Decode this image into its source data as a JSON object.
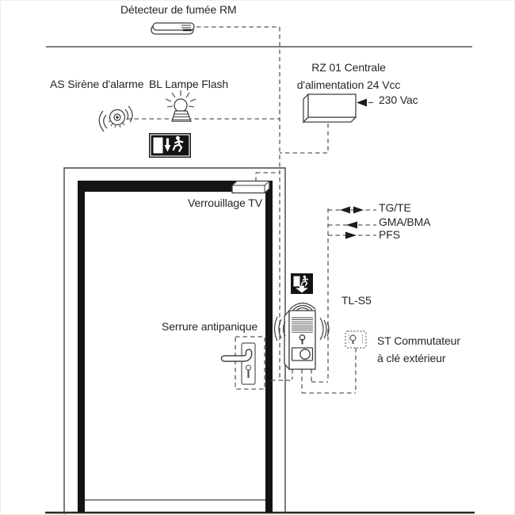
{
  "diagram_title": "Door emergency exit security system schematic",
  "labels": {
    "smoke_detector": "Détecteur de fumée RM",
    "alarm_siren": "AS Sirène d'alarme",
    "flash_lamp": "BL Lampe Flash",
    "power_unit_line1": "RZ 01 Centrale",
    "power_unit_line2": "d'alimentation 24 Vcc",
    "mains": "230 Vac",
    "tv_lock": "Verrouillage TV",
    "io_tg_te": "TG/TE",
    "io_gma_bma": "GMA/BMA",
    "io_pfs": "PFS",
    "terminal": "TL-S5",
    "panic_lock": "Serrure antipanique",
    "key_switch_line1": "ST Commutateur",
    "key_switch_line2": "à clé extérieur"
  },
  "icons": {
    "smoke_detector": "smoke-detector-icon",
    "alarm_siren": "siren-icon",
    "flash_lamp": "flash-lamp-icon",
    "exit_sign_large": "emergency-exit-sign-icon",
    "exit_sign_small": "emergency-exit-sign-icon",
    "power_unit": "power-supply-box-icon",
    "tv_lock": "tv-lock-box-icon",
    "terminal": "door-terminal-icon",
    "door_handle": "door-handle-icon",
    "key_switch": "key-switch-icon"
  },
  "colors": {
    "background": "#ffffff",
    "line": "#454545",
    "dashed_line": "#5a5a5a",
    "door_fill": "#141414",
    "sign_background": "#141414",
    "text": "#262626"
  }
}
